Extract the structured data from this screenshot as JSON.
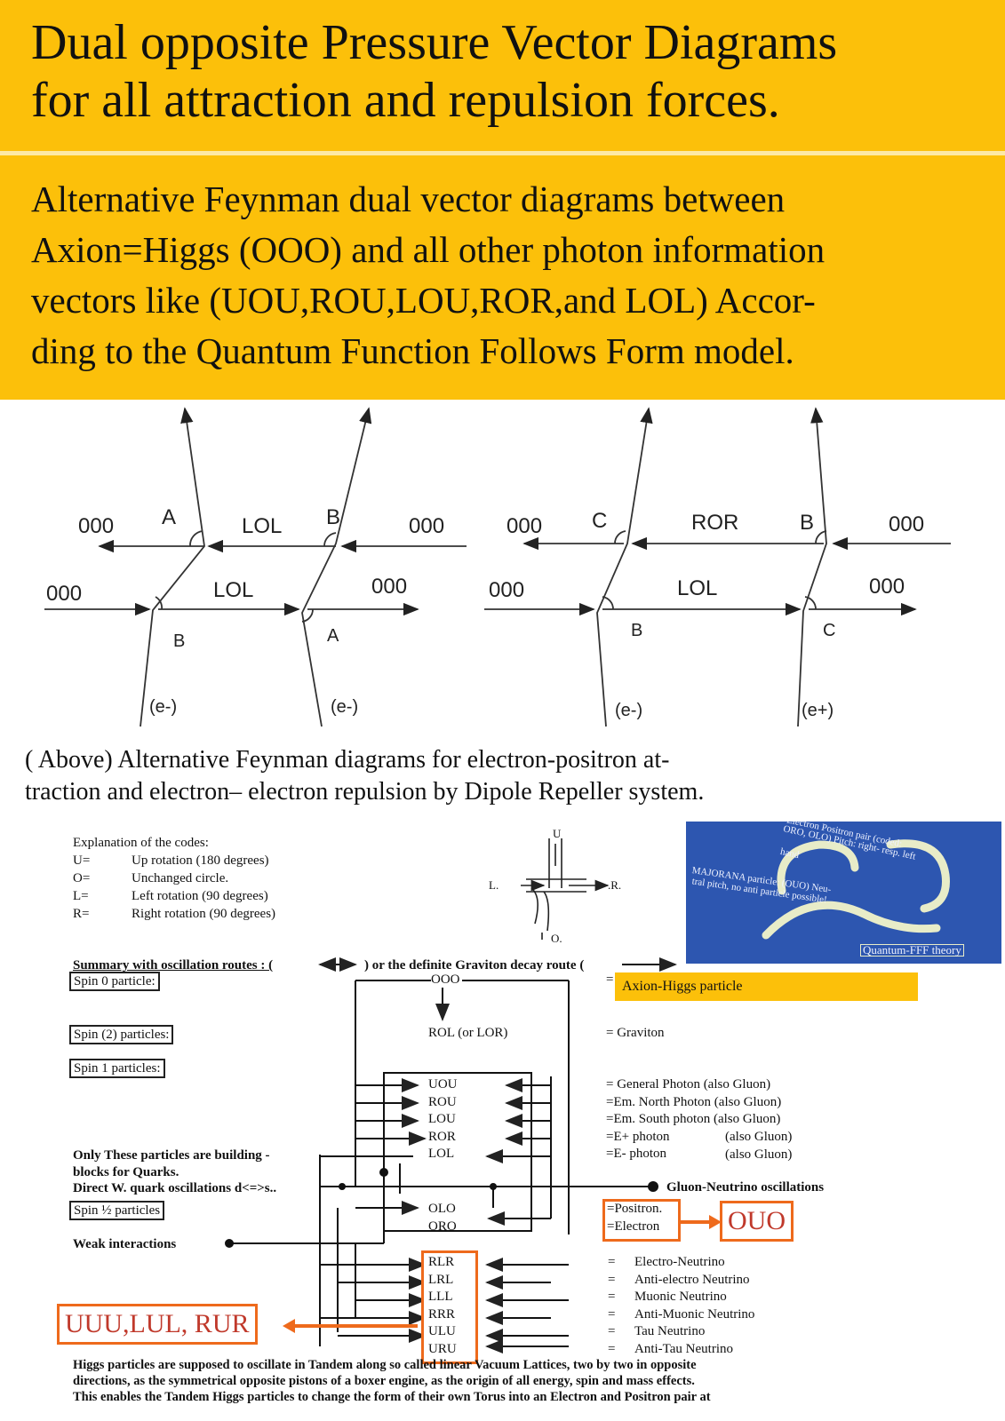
{
  "title": "Dual opposite Pressure Vector Diagrams\nfor all attraction and repulsion forces.",
  "subtitle": "Alternative Feynman dual vector diagrams between\nAxion=Higgs (OOO) and all other photon information\nvectors like (UOU,ROU,LOU,ROR,and LOL) Accor-\nding to the Quantum Function Follows Form model.",
  "feynman": {
    "d1": {
      "top_left": "000",
      "top_mid": "LOL",
      "top_right": "000",
      "bot_left": "000",
      "bot_mid": "LOL",
      "bot_right": "000",
      "a": "A",
      "b": "B",
      "b2": "B",
      "a2": "A",
      "p1": "(e-)",
      "p2": "(e-)"
    },
    "d2": {
      "top_left": "000",
      "top_mid": "ROR",
      "top_right": "000",
      "bot_left": "000",
      "bot_mid": "LOL",
      "bot_right": "000",
      "c": "C",
      "b": "B",
      "b2": "B",
      "c2": "C",
      "p1": "(e-)",
      "p2": "(e+)"
    }
  },
  "caption": "( Above) Alternative Feynman diagrams  for electron-positron  at-\ntraction and electron– electron repulsion by Dipole Repeller system.",
  "codes": {
    "heading": "Explanation of the codes:",
    "items": [
      {
        "k": "U=",
        "v": "Up  rotation (180 degrees)"
      },
      {
        "k": "O=",
        "v": "Unchanged circle."
      },
      {
        "k": "L=",
        "v": "Left rotation (90 degrees)"
      },
      {
        "k": "R=",
        "v": "Right rotation (90 degrees)"
      }
    ]
  },
  "cross": {
    "u": "U",
    "l": "L.",
    "r": ".R.",
    "o": "O."
  },
  "photo": {
    "t1": "Electron Positron pair (coded:",
    "t2": "ORO, OLO) Pitch: right- resp. left",
    "t3": "hand",
    "t4": "MAJORANA particle: (OUO) Neu-",
    "t5": "tral pitch, no anti particle possible!",
    "t6": "Quantum-FFF theory"
  },
  "summary": {
    "line_pre": "Summary with oscillation routes : (",
    "line_mid": ") or the definite Graviton decay route (",
    "spin0": "Spin 0 particle:",
    "spin2": "Spin (2) particles:",
    "spin1": "Spin 1 particles:",
    "spinhalf": "Spin ½ particles",
    "ooo": "OOO",
    "axion": "Axion-Higgs particle",
    "rol": "ROL (or LOR)",
    "graviton": "= Graviton",
    "photons": [
      "UOU",
      "ROU",
      "LOU",
      "ROR",
      "LOL"
    ],
    "photon_desc": [
      [
        "= General Photon (also Gluon)",
        ""
      ],
      [
        "=Em. North Photon (also Gluon)",
        ""
      ],
      [
        "=Em. South photon (also Gluon)",
        ""
      ],
      [
        "=E+ photon",
        "(also Gluon)"
      ],
      [
        "=E- photon",
        "(also Gluon)"
      ]
    ],
    "quarks1": "Only These particles are building -",
    "quarks2": "blocks for Quarks.",
    "wquark": "Direct W. quark oscillations d<=>s..",
    "gluon": "Gluon-Neutrino oscillations",
    "olo": "OLO",
    "oro": "ORO",
    "positron": "=Positron.",
    "electron": "=Electron",
    "ouo": "OUO",
    "weak": "Weak interactions",
    "neutrinos": [
      "RLR",
      "LRL",
      "LLL",
      "RRR",
      "ULU",
      "URU"
    ],
    "neutrino_desc": [
      "Electro-Neutrino",
      "Anti-electro Neutrino",
      "Muonic Neutrino",
      "Anti-Muonic Neutrino",
      "Tau Neutrino",
      "Anti-Tau Neutrino"
    ],
    "eq": "=",
    "uuu": "UUU,LUL, RUR"
  },
  "footnote": "Higgs particles are supposed to oscillate in Tandem along so called linear Vacuum Lattices, two by two in opposite\ndirections, as the symmetrical opposite pistons of a boxer engine, as the origin of all energy, spin and mass effects.\nThis enables the Tandem Higgs particles to change the form of their own Torus into an Electron and Positron pair at",
  "colors": {
    "band": "#fcc00a",
    "orange": "#ee6a1c",
    "photo": "#2d56b0"
  }
}
